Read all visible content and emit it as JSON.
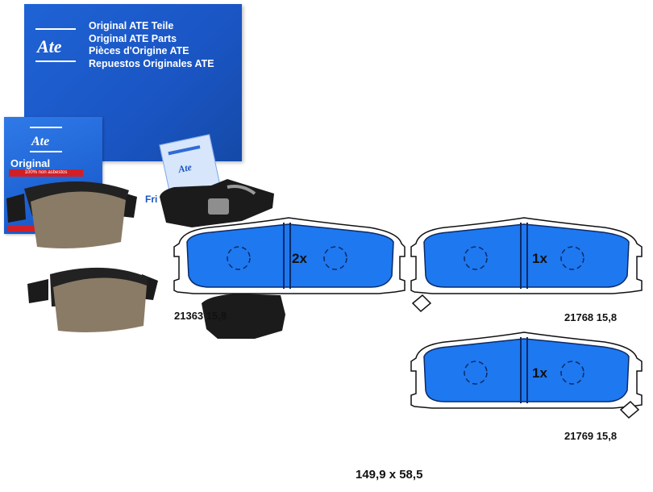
{
  "box": {
    "lines": [
      "Original ATE Teile",
      "Original ATE Parts",
      "Pièces d'Origine ATE",
      "Repuestos Originales ATE"
    ]
  },
  "small_box": {
    "label": "Original",
    "band_text": "100% non asbestos"
  },
  "leaflet_text": "Fri",
  "diagrams": [
    {
      "quantity": "2x",
      "part_label": "21363 15,8"
    },
    {
      "quantity": "1x",
      "part_label": "21768 15,8"
    },
    {
      "quantity": "1x",
      "part_label": "21769 15,8"
    }
  ],
  "dimensions": "149,9 x 58,5",
  "colors": {
    "ate_blue": "#1a55c3",
    "pad_blue": "#1e78f0",
    "friction_brown": "#8a7b66",
    "backing_black": "#1b1b1b"
  },
  "icons": [
    "ate-logo-icon"
  ]
}
